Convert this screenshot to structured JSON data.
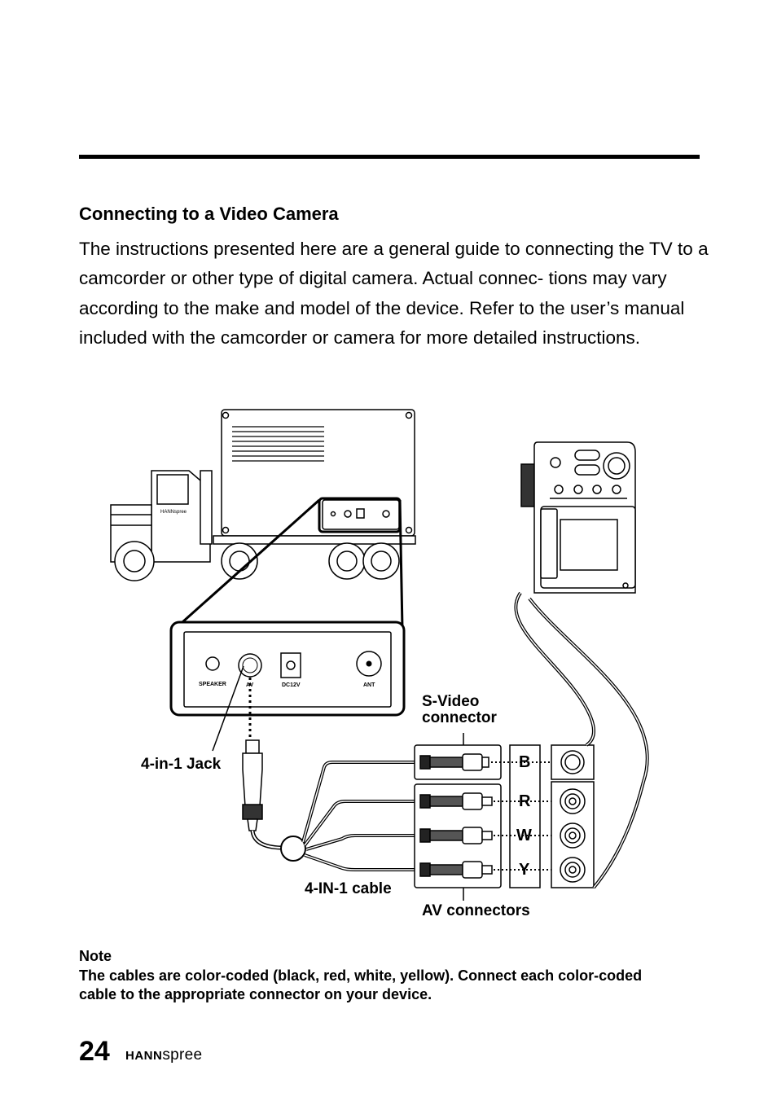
{
  "section": {
    "heading": "Connecting to a Video Camera",
    "intro": "The instructions presented here are a general guide to connecting the TV to a camcorder or other type of digital camera. Actual connec- tions may vary according to the make and model of the device. Refer to the user’s manual included with the camcorder or camera for more detailed instructions."
  },
  "diagram": {
    "tv_panel_labels": {
      "speaker": "SPEAKER",
      "av": "AV",
      "dc": "DC12V",
      "ant": "ANT"
    },
    "tv_brand": "HANNspree",
    "labels": {
      "jack": "4-in-1 Jack",
      "svideo_line1": "S-Video",
      "svideo_line2": "connector",
      "cable": "4-IN-1 cable",
      "av_connectors": "AV connectors"
    },
    "color_codes": [
      "B",
      "R",
      "W",
      "Y"
    ]
  },
  "note": {
    "title": "Note",
    "body": "The cables are color-coded (black, red, white, yellow). Connect each color-coded cable to the appropriate connector on your device."
  },
  "footer": {
    "page_number": "24",
    "brand_bold": "HANN",
    "brand_light": "spree"
  }
}
